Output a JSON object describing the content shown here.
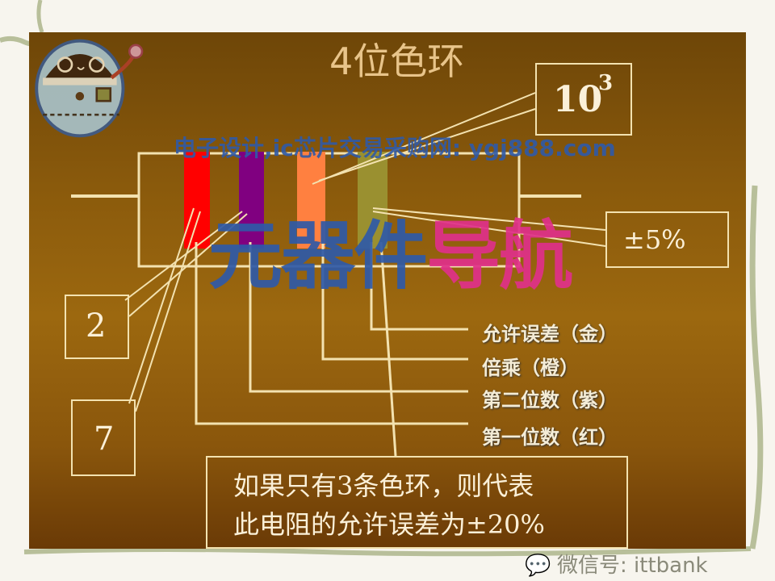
{
  "slide": {
    "title": "4位色环",
    "multiplier_box": {
      "base": "10",
      "exponent": "3"
    },
    "tolerance_box": "±5%",
    "digit2_box": "2",
    "digit1_box": "7",
    "band_labels": [
      "允许误差（金）",
      "倍乘（橙）",
      "第二位数（紫）",
      "第一位数（红）"
    ],
    "note_lines": [
      "如果只有3条色环，则代表",
      "此电阻的允许误差为±20%"
    ],
    "band_colors": {
      "first": "#ff0000",
      "second": "#800080",
      "multiplier": "#ff8040",
      "tolerance": "#9a9030"
    },
    "line_color": "#f3e2b0"
  },
  "watermark": {
    "brand_blue": "元器件",
    "brand_pink": "导航",
    "tagline": "电子设计,ic芯片交易采购网: ygj888.com",
    "wechat": "微信号: ittbank",
    "colors": {
      "blue": "#2f5aa8",
      "pink": "#e0308a"
    }
  }
}
